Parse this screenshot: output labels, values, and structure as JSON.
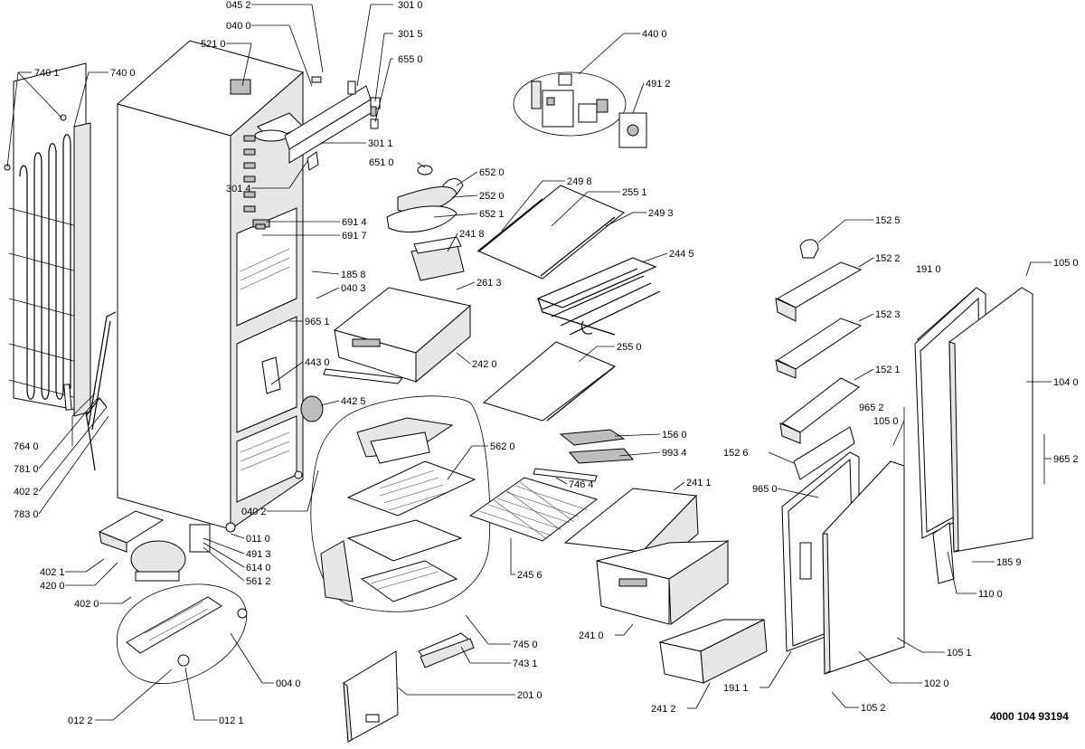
{
  "drawing": {
    "document_number": "4000 104 93194",
    "callouts": [
      {
        "id": "045_2",
        "text": "045 2"
      },
      {
        "id": "040_0",
        "text": "040 0"
      },
      {
        "id": "521_0",
        "text": "521 0"
      },
      {
        "id": "301_0",
        "text": "301 0"
      },
      {
        "id": "301_5",
        "text": "301 5"
      },
      {
        "id": "655_0",
        "text": "655 0"
      },
      {
        "id": "740_1",
        "text": "740 1"
      },
      {
        "id": "740_0",
        "text": "740 0"
      },
      {
        "id": "301_1",
        "text": "301 1"
      },
      {
        "id": "651_0",
        "text": "651 0"
      },
      {
        "id": "652_0",
        "text": "652 0"
      },
      {
        "id": "252_0",
        "text": "252 0"
      },
      {
        "id": "652_1",
        "text": "652 1"
      },
      {
        "id": "301_4",
        "text": "301 4"
      },
      {
        "id": "691_4",
        "text": "691 4"
      },
      {
        "id": "691_7",
        "text": "691 7"
      },
      {
        "id": "440_0",
        "text": "440 0"
      },
      {
        "id": "491_2",
        "text": "491 2"
      },
      {
        "id": "249_8",
        "text": "249 8"
      },
      {
        "id": "255_1",
        "text": "255 1"
      },
      {
        "id": "249_3",
        "text": "249 3"
      },
      {
        "id": "241_8",
        "text": "241 8"
      },
      {
        "id": "244_5",
        "text": "244 5"
      },
      {
        "id": "185_8",
        "text": "185 8"
      },
      {
        "id": "040_3",
        "text": "040 3"
      },
      {
        "id": "261_3",
        "text": "261 3"
      },
      {
        "id": "965_1",
        "text": "965 1"
      },
      {
        "id": "443_0",
        "text": "443 0"
      },
      {
        "id": "242_0",
        "text": "242 0"
      },
      {
        "id": "255_0",
        "text": "255 0"
      },
      {
        "id": "442_5",
        "text": "442 5"
      },
      {
        "id": "152_5",
        "text": "152 5"
      },
      {
        "id": "152_2",
        "text": "152 2"
      },
      {
        "id": "191_0",
        "text": "191 0"
      },
      {
        "id": "105_0_top",
        "text": "105 0"
      },
      {
        "id": "152_3",
        "text": "152 3"
      },
      {
        "id": "152_1",
        "text": "152 1"
      },
      {
        "id": "104_0",
        "text": "104 0"
      },
      {
        "id": "965_2_a",
        "text": "965 2"
      },
      {
        "id": "105_0_mid",
        "text": "105 0"
      },
      {
        "id": "965_2_b",
        "text": "965 2"
      },
      {
        "id": "156_0",
        "text": "156 0"
      },
      {
        "id": "562_0",
        "text": "562 0"
      },
      {
        "id": "993_4",
        "text": "993 4"
      },
      {
        "id": "152_6",
        "text": "152 6"
      },
      {
        "id": "764_0",
        "text": "764 0"
      },
      {
        "id": "781_0",
        "text": "781 0"
      },
      {
        "id": "402_2",
        "text": "402 2"
      },
      {
        "id": "783_0",
        "text": "783 0"
      },
      {
        "id": "746_4",
        "text": "746 4"
      },
      {
        "id": "241_1",
        "text": "241 1"
      },
      {
        "id": "965_0",
        "text": "965 0"
      },
      {
        "id": "040_2",
        "text": "040 2"
      },
      {
        "id": "011_0",
        "text": "011 0"
      },
      {
        "id": "491_3",
        "text": "491 3"
      },
      {
        "id": "402_1",
        "text": "402 1"
      },
      {
        "id": "614_0",
        "text": "614 0"
      },
      {
        "id": "420_0",
        "text": "420 0"
      },
      {
        "id": "561_2",
        "text": "561 2"
      },
      {
        "id": "245_6",
        "text": "245 6"
      },
      {
        "id": "185_9",
        "text": "185 9"
      },
      {
        "id": "110_0",
        "text": "110 0"
      },
      {
        "id": "402_0",
        "text": "402 0"
      },
      {
        "id": "241_0",
        "text": "241 0"
      },
      {
        "id": "745_0",
        "text": "745 0"
      },
      {
        "id": "743_1",
        "text": "743 1"
      },
      {
        "id": "105_1",
        "text": "105 1"
      },
      {
        "id": "004_0",
        "text": "004 0"
      },
      {
        "id": "102_0",
        "text": "102 0"
      },
      {
        "id": "201_0",
        "text": "201 0"
      },
      {
        "id": "241_2",
        "text": "241 2"
      },
      {
        "id": "191_1",
        "text": "191 1"
      },
      {
        "id": "105_2",
        "text": "105 2"
      },
      {
        "id": "012_2",
        "text": "012 2"
      },
      {
        "id": "012_1",
        "text": "012 1"
      }
    ]
  }
}
